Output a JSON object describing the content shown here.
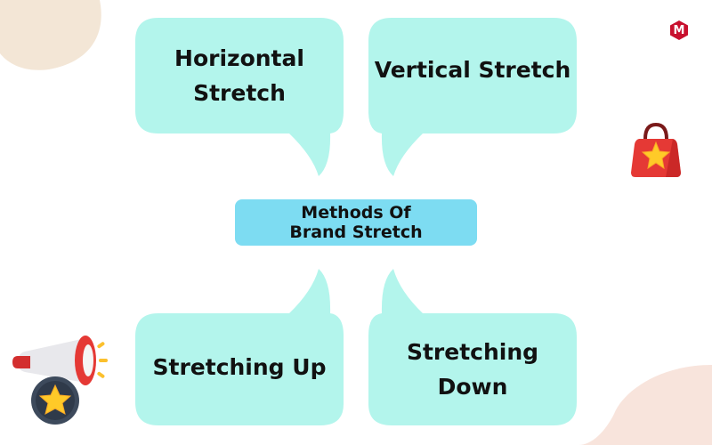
{
  "colors": {
    "bubble": "#b3f5ec",
    "center_box": "#7ddcf2",
    "blob_top_left": "#f3e6d6",
    "blob_bottom_right": "#f8e4dc",
    "logo": "#c8102e"
  },
  "diagram": {
    "center": {
      "line1": "Methods Of",
      "line2": "Brand Stretch"
    },
    "bubbles": {
      "top_left": {
        "line1": "Horizontal",
        "line2": "Stretch"
      },
      "top_right": {
        "line1": "Vertical Stretch"
      },
      "bottom_left": {
        "line1": "Stretching Up"
      },
      "bottom_right": {
        "line1": "Stretching",
        "line2": "Down"
      }
    }
  },
  "brand": {
    "logo_letter": "M"
  },
  "icons": {
    "logo": "brand-logo-icon",
    "shopping_bag": "shopping-bag-star-icon",
    "megaphone": "megaphone-star-icon"
  }
}
